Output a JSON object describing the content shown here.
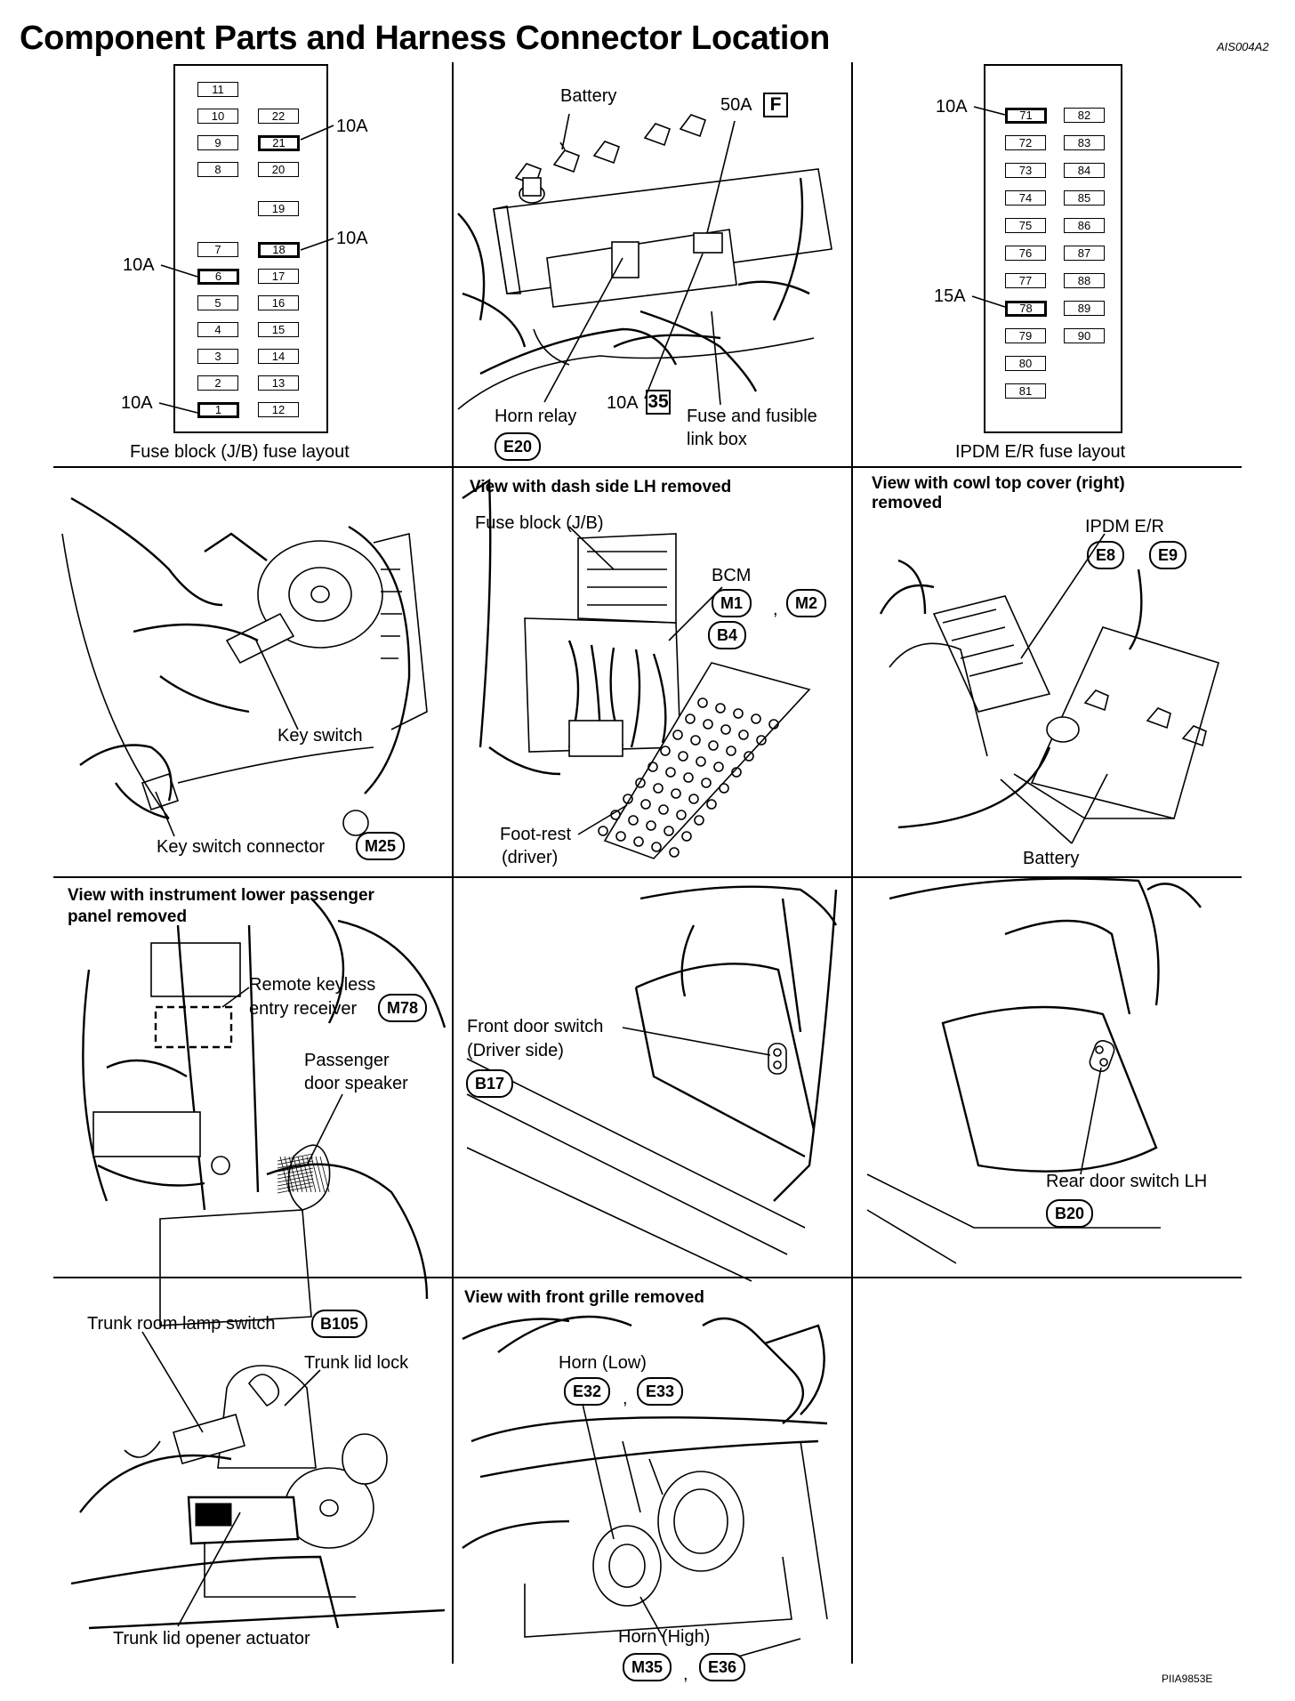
{
  "header": {
    "title": "Component Parts and Harness Connector Location",
    "code_top": "AIS004A2",
    "code_bottom": "PIIA9853E"
  },
  "panel1": {
    "caption": "Fuse block (J/B) fuse layout",
    "fuses_left": [
      "11",
      "10",
      "9",
      "8",
      "7",
      "6",
      "5",
      "4",
      "3",
      "2",
      "1"
    ],
    "fuses_right": [
      "22",
      "21",
      "20",
      "19",
      "18",
      "17",
      "16",
      "15",
      "14",
      "13",
      "12"
    ],
    "callouts": [
      "10A",
      "10A",
      "10A",
      "10A"
    ]
  },
  "panel2": {
    "battery": "Battery",
    "fusible_amp": "50A",
    "fusible_code": "F",
    "fuse_amp": "10A",
    "fuse_code": "35",
    "horn_relay": "Horn relay",
    "horn_relay_conn": "E20",
    "fuse_box_line1": "Fuse and fusible",
    "fuse_box_line2": "link box"
  },
  "panel3": {
    "caption": "IPDM E/R fuse layout",
    "fuses_left": [
      "71",
      "72",
      "73",
      "74",
      "75",
      "76",
      "77",
      "78",
      "79",
      "80",
      "81"
    ],
    "fuses_right": [
      "82",
      "83",
      "84",
      "85",
      "86",
      "87",
      "88",
      "89",
      "90"
    ],
    "callouts": [
      "10A",
      "15A"
    ]
  },
  "panel4": {
    "key_switch": "Key switch",
    "key_switch_connector": "Key switch connector",
    "connector": "M25"
  },
  "panel5": {
    "heading": "View with dash side LH removed",
    "fuse_block": "Fuse block (J/B)",
    "bcm": "BCM",
    "conn1": "M1",
    "conn2": "M2",
    "conn3": "B4",
    "sep": ",",
    "footrest1": "Foot-rest",
    "footrest2": "(driver)"
  },
  "panel6": {
    "heading1": "View with cowl top cover (right)",
    "heading2": "removed",
    "ipdm": "IPDM E/R",
    "conn1": "E8",
    "conn2": "E9",
    "battery": "Battery"
  },
  "panel7": {
    "heading1": "View with instrument lower passenger",
    "heading2": "panel removed",
    "rke1": "Remote keyless",
    "rke2": "entry receiver",
    "rke_conn": "M78",
    "speaker1": "Passenger",
    "speaker2": "door speaker"
  },
  "panel8": {
    "label1": "Front door switch",
    "label2": "(Driver side)",
    "conn": "B17"
  },
  "panel9": {
    "label": "Rear door switch LH",
    "conn": "B20"
  },
  "panel10": {
    "lamp_switch": "Trunk room lamp switch",
    "lamp_conn": "B105",
    "lid_lock": "Trunk lid lock",
    "actuator": "Trunk lid opener actuator"
  },
  "panel11": {
    "heading": "View with front grille removed",
    "horn_low": "Horn (Low)",
    "low1": "E32",
    "low2": "E33",
    "horn_high": "Horn (High)",
    "high1": "M35",
    "high2": "E36",
    "sep": ","
  }
}
